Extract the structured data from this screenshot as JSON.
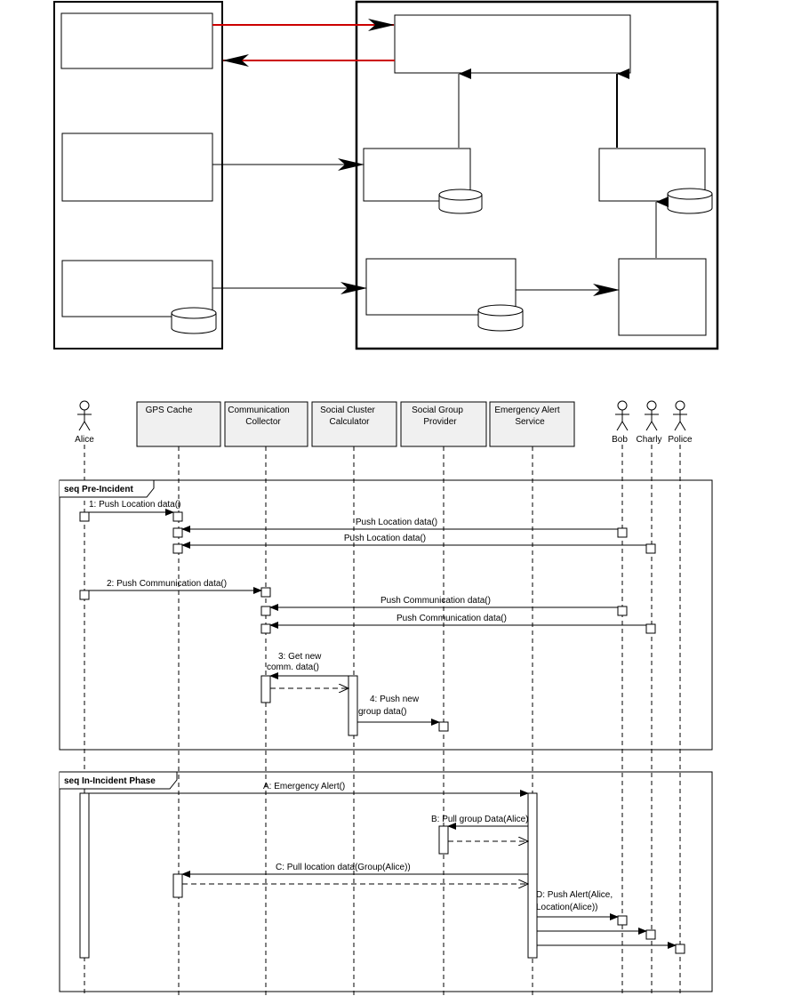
{
  "architecture": {
    "left_boxes": [
      "",
      "",
      ""
    ],
    "right_boxes": [
      "",
      "",
      "",
      "",
      ""
    ]
  },
  "actors": {
    "alice": "Alice",
    "bob": "Bob",
    "charly": "Charly",
    "police": "Police"
  },
  "lifelines": {
    "gps_cache": "GPS Cache",
    "communication_collector": [
      "Communication",
      "Collector"
    ],
    "social_cluster_calculator": [
      "Social Cluster",
      "Calculator"
    ],
    "social_group_provider": [
      "Social Group",
      "Provider"
    ],
    "emergency_alert_service": [
      "Emergency Alert",
      "Service"
    ]
  },
  "frames": {
    "pre_incident": "seq Pre-Incident",
    "in_incident": "seq In-Incident Phase"
  },
  "messages": {
    "m1": "1: Push Location data()",
    "m1_bob": "Push Location data()",
    "m1_charly": "Push Location data()",
    "m2": "2: Push Communication data()",
    "m2_bob": "Push Communication data()",
    "m2_charly": "Push Communication data()",
    "m3": [
      "3: Get new",
      "comm. data()"
    ],
    "m4": [
      "4: Push new",
      "group data()"
    ],
    "mA": "A: Emergency Alert()",
    "mB": "B: Pull group Data(Alice)",
    "mC": "C: Pull location data(Group(Alice))",
    "mD": [
      "D: Push Alert(Alice,",
      "Location(Alice))"
    ]
  }
}
